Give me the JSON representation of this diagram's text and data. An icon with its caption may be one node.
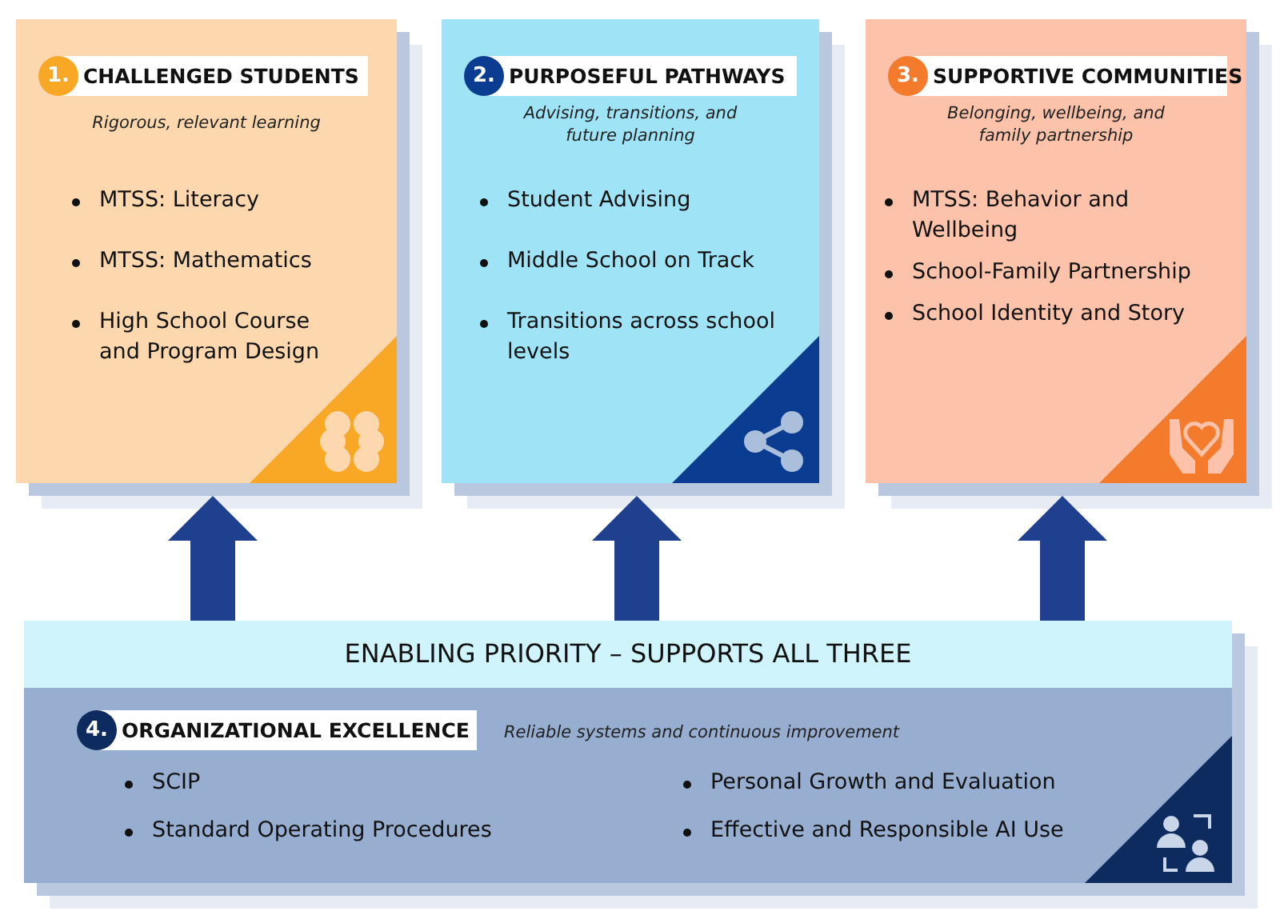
{
  "diagram": {
    "nodes": [
      {
        "text": [
          "1.",
          "CHALLENGED STUDENTS",
          "Rigorous, relevant learning",
          "MTSS: Literacy",
          "MTSS: Mathematics",
          "High School Course and Program Design"
        ]
      },
      {
        "text": [
          "2.",
          "PURPOSEFUL PATHWAYS",
          "Advising, transitions, and future planning",
          "Student Advising",
          "Middle School on Track",
          "Transitions across school levels"
        ]
      },
      {
        "text": [
          "3.",
          "SUPPORTIVE COMMUNITIES",
          "Belonging, wellbeing, and family partnership",
          "MTSS: Behavior and Wellbeing",
          "School-Family Partnership",
          "School Identity and Story"
        ]
      },
      {
        "text": [
          "ENABLING PRIORITY – SUPPORTS ALL THREE",
          "4.",
          "ORGANIZATIONAL EXCELLENCE",
          "Reliable systems and continuous improvement",
          "SCIP",
          "Standard Operating Procedures",
          "Personal Growth and Evaluation",
          "Effective and Responsible AI Use"
        ]
      }
    ],
    "edges": [
      {
        "from": 3,
        "to": 0,
        "arrow": "to"
      },
      {
        "from": 3,
        "to": 1,
        "arrow": "to"
      },
      {
        "from": 3,
        "to": 2,
        "arrow": "to"
      }
    ]
  }
}
